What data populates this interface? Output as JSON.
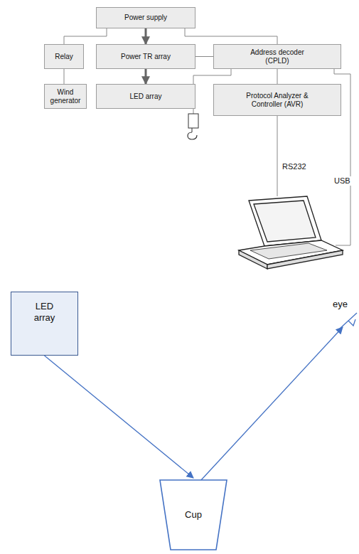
{
  "diagram": {
    "nodes": [
      {
        "text": [
          "Power supply"
        ]
      },
      {
        "text": [
          "Relay"
        ]
      },
      {
        "text": [
          "Power TR array"
        ]
      },
      {
        "text": [
          "Address decoder (CPLD)"
        ]
      },
      {
        "text": [
          "Wind generator"
        ]
      },
      {
        "text": [
          "LED array"
        ]
      },
      {
        "text": [
          "Protocol Analyzer & Controller (AVR)"
        ]
      },
      {
        "text": [
          "LED array"
        ]
      },
      {
        "text": [
          "Cup"
        ]
      }
    ],
    "edges": [
      {
        "from": 0,
        "to": 2,
        "arrow": "to"
      },
      {
        "from": 2,
        "to": 5,
        "arrow": "to"
      },
      {
        "from": 0,
        "to": 1,
        "arrow": "none"
      },
      {
        "from": 0,
        "to": 3,
        "arrow": "none"
      },
      {
        "from": 1,
        "to": 4,
        "arrow": "none"
      },
      {
        "from": 2,
        "to": 3,
        "arrow": "none"
      },
      {
        "from": 3,
        "to": 6,
        "arrow": "none"
      },
      {
        "from": 7,
        "to": 8,
        "arrow": "to"
      }
    ],
    "labels": [
      "RS232",
      "USB",
      "eye"
    ]
  }
}
